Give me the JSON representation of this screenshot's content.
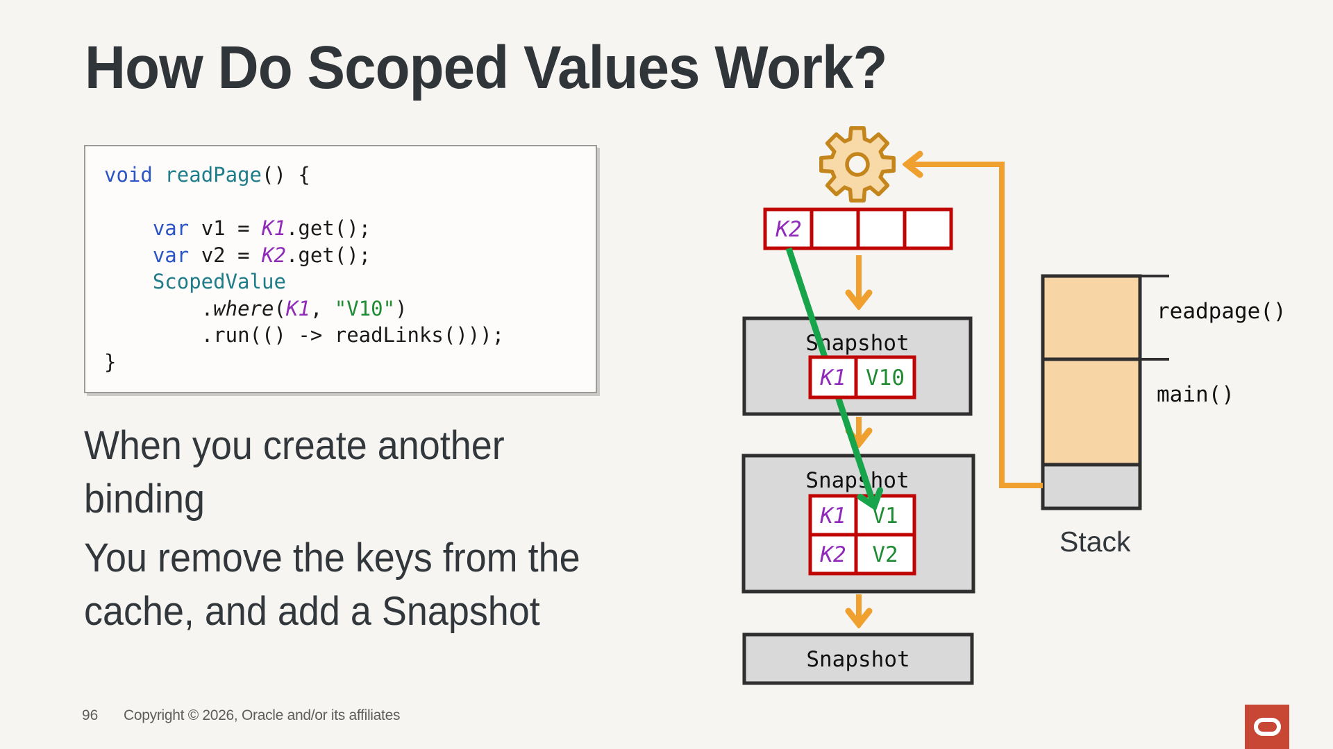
{
  "slide": {
    "title": "How Do Scoped Values Work?",
    "page_number": "96",
    "copyright": "Copyright © 2026, Oracle and/or its affiliates"
  },
  "body": {
    "p1": "When you create another binding",
    "p2": "You remove the keys from the cache, and add a Snapshot"
  },
  "code": {
    "space": " ",
    "ind4": "    ",
    "ind8": "        ",
    "kw_void": "void",
    "fn_readpage": "readPage",
    "l1_rest": "() {",
    "kw_var": "var",
    "l3_mid": " v1 = ",
    "l4_mid": " v2 = ",
    "key1": "K1",
    "key2": "K2",
    "call_get": ".get();",
    "type_scopedvalue": "ScopedValue",
    "dot": ".",
    "method_where": "where",
    "open_paren": "(",
    "comma": ", ",
    "string_v10": "\"V10\"",
    "close_paren": ")",
    "line_run": ".run(() -> readLinks()));",
    "line_close": "}"
  },
  "diagram": {
    "cache": {
      "key": "K2"
    },
    "snapshot1": {
      "label": "Snapshot",
      "key": "K1",
      "value": "V10"
    },
    "snapshot2": {
      "label": "Snapshot",
      "key1": "K1",
      "value1": "V1",
      "key2": "K2",
      "value2": "V2"
    },
    "snapshot3": {
      "label": "Snapshot"
    },
    "stack": {
      "label": "Stack",
      "frame_top": "readpage()",
      "frame_bottom": "main()"
    },
    "colors": {
      "orange": "#EFA02F",
      "green": "#17A44A",
      "cell_red": "#C00505",
      "key_purple": "#8F2BB8",
      "value_green": "#1F8B33",
      "box_gray": "#D9D9D9",
      "border_dark": "#2F2F2F",
      "stack_tan": "#F8D5A4",
      "gear_fill": "#F8D9A8",
      "gear_stroke": "#C4861C",
      "oracle_red": "#C74634"
    }
  }
}
